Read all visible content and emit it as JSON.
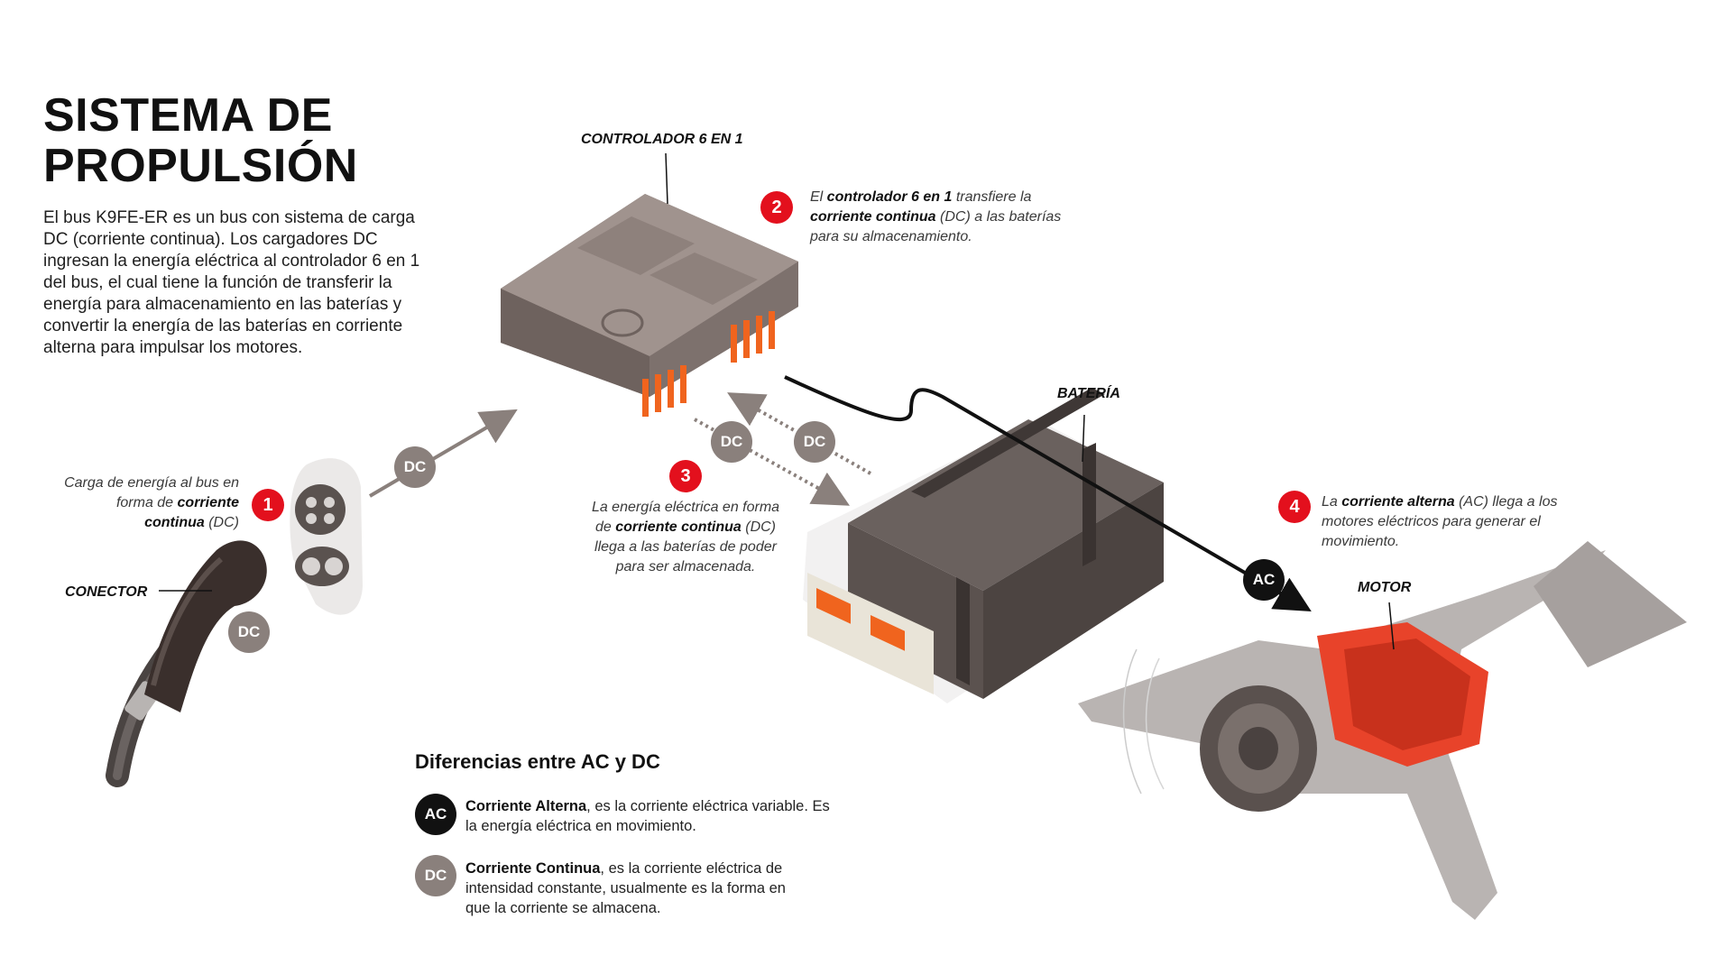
{
  "title": {
    "line1": "SISTEMA DE",
    "line2": "PROPULSIÓN"
  },
  "intro": "El bus K9FE-ER es un bus con sistema de carga DC (corriente continua). Los cargadores DC ingresan la energía eléctrica al controlador 6 en 1 del bus, el cual tiene la función de transferir la energía para almacenamiento en las baterías y convertir la energía de las baterías en corriente alterna para impulsar los motores.",
  "labels": {
    "controller": "CONTROLADOR 6 EN 1",
    "battery": "BATERÍA",
    "motor": "MOTOR",
    "connector": "CONECTOR"
  },
  "steps": [
    {
      "number": "1",
      "pre": "Carga de energía al bus en forma de ",
      "bold": "corriente continua",
      "post": " (DC)"
    },
    {
      "number": "2",
      "pre": "El ",
      "bold": "controlador 6 en 1",
      "mid": " transfiere la ",
      "bold2": "corriente continua",
      "post": " (DC)  a las baterías para su almacenamiento."
    },
    {
      "number": "3",
      "pre": "La energía eléctrica en forma de ",
      "bold": "corriente continua",
      "post": " (DC) llega a las baterías de poder para ser almacenada."
    },
    {
      "number": "4",
      "pre": "La ",
      "bold": "corriente alterna",
      "post": " (AC) llega a los motores eléctricos para generar el movimiento."
    }
  ],
  "badges": {
    "dc": "DC",
    "ac": "AC"
  },
  "legend": {
    "title": "Diferencias entre AC y DC",
    "ac": {
      "badge": "AC",
      "bold": "Corriente Alterna",
      "text": ", es la corriente eléctrica variable. Es la energía eléctrica en movimiento."
    },
    "dc": {
      "badge": "DC",
      "bold": "Corriente Continua",
      "text": ", es la corriente eléctrica de intensidad constante, usualmente es la forma en que la corriente se almacena."
    }
  },
  "colors": {
    "accent_red": "#e3101d",
    "dc_gray": "#8a807c",
    "ac_black": "#111111",
    "orange_pins": "#f0641e"
  }
}
